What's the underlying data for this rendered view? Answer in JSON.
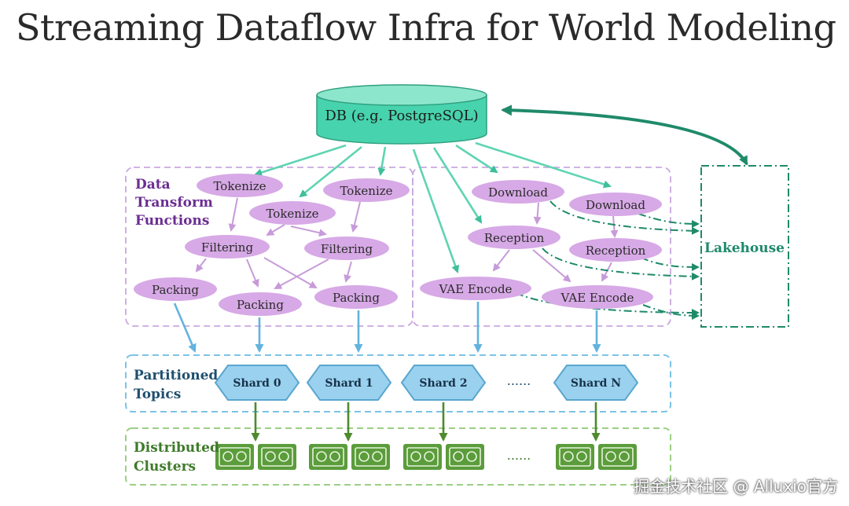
{
  "title": "Streaming Dataflow Infra for World Modeling",
  "db_label": "DB (e.g. PostgreSQL)",
  "transform_label": [
    "Data",
    "Transform",
    "Functions"
  ],
  "lakehouse_label": "Lakehouse",
  "topics_label": [
    "Partitioned",
    "Topics"
  ],
  "clusters_label": [
    "Distributed",
    "Clusters"
  ],
  "ellipsis": "......",
  "nodes": {
    "tokenize_1": "Tokenize",
    "tokenize_2": "Tokenize",
    "tokenize_3": "Tokenize",
    "filtering_1": "Filtering",
    "filtering_2": "Filtering",
    "packing_1": "Packing",
    "packing_2": "Packing",
    "packing_3": "Packing",
    "download_1": "Download",
    "download_2": "Download",
    "reception_1": "Reception",
    "reception_2": "Reception",
    "vae_1": "VAE Encode",
    "vae_2": "VAE Encode"
  },
  "shards": [
    "Shard 0",
    "Shard 1",
    "Shard 2",
    "Shard N"
  ],
  "watermark": "掘金技术社区 @ Alluxio官方",
  "colors": {
    "teal": "#3dbf9a",
    "teal_dark": "#1f8a6a",
    "purple_fill": "#d7a9e6",
    "purple_text": "#6a2d91",
    "blue_fill": "#9ad1ee",
    "blue_stroke": "#5aa6cf",
    "green_fill": "#5b9c3b",
    "topic_text": "#1f4f6e",
    "cluster_text": "#3e7a2a"
  }
}
